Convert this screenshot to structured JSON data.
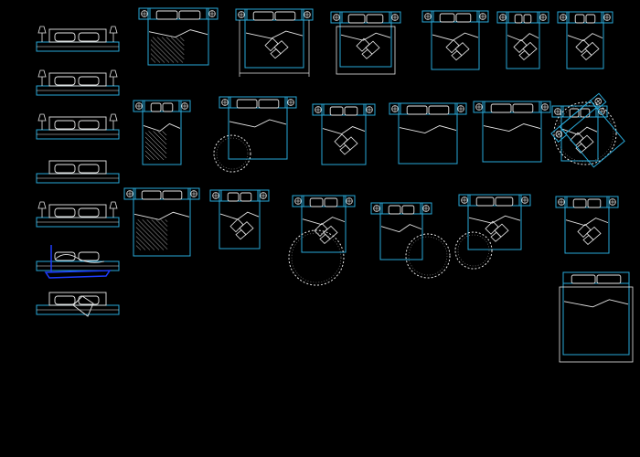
{
  "drawing": {
    "background": "#000000",
    "colors": {
      "cyan": "#29A9D8",
      "white": "#E6E6E6",
      "blue": "#1E3CFF",
      "gray": "#8A8A8A"
    },
    "elevations": [
      {
        "name": "bed-elevation-1"
      },
      {
        "name": "bed-elevation-2"
      },
      {
        "name": "bed-elevation-3"
      },
      {
        "name": "bed-elevation-4"
      },
      {
        "name": "bed-elevation-5"
      },
      {
        "name": "bed-elevation-6"
      },
      {
        "name": "bed-elevation-7"
      }
    ],
    "plans": {
      "row1": [
        "bed-plan-r1-1",
        "bed-plan-r1-2",
        "bed-plan-r1-3",
        "bed-plan-r1-4",
        "bed-plan-r1-5",
        "bed-plan-r1-6"
      ],
      "row2": [
        "bed-plan-r2-1",
        "bed-plan-r2-2",
        "bed-plan-r2-3",
        "bed-plan-r2-4",
        "bed-plan-r2-5",
        "bed-plan-r2-6"
      ],
      "row3": [
        "bed-plan-r3-1",
        "bed-plan-r3-2",
        "bed-plan-r3-3",
        "bed-plan-r3-4",
        "bed-plan-r3-5",
        "bed-plan-r3-6"
      ],
      "row4": [
        "bed-plan-r4-1"
      ]
    }
  }
}
